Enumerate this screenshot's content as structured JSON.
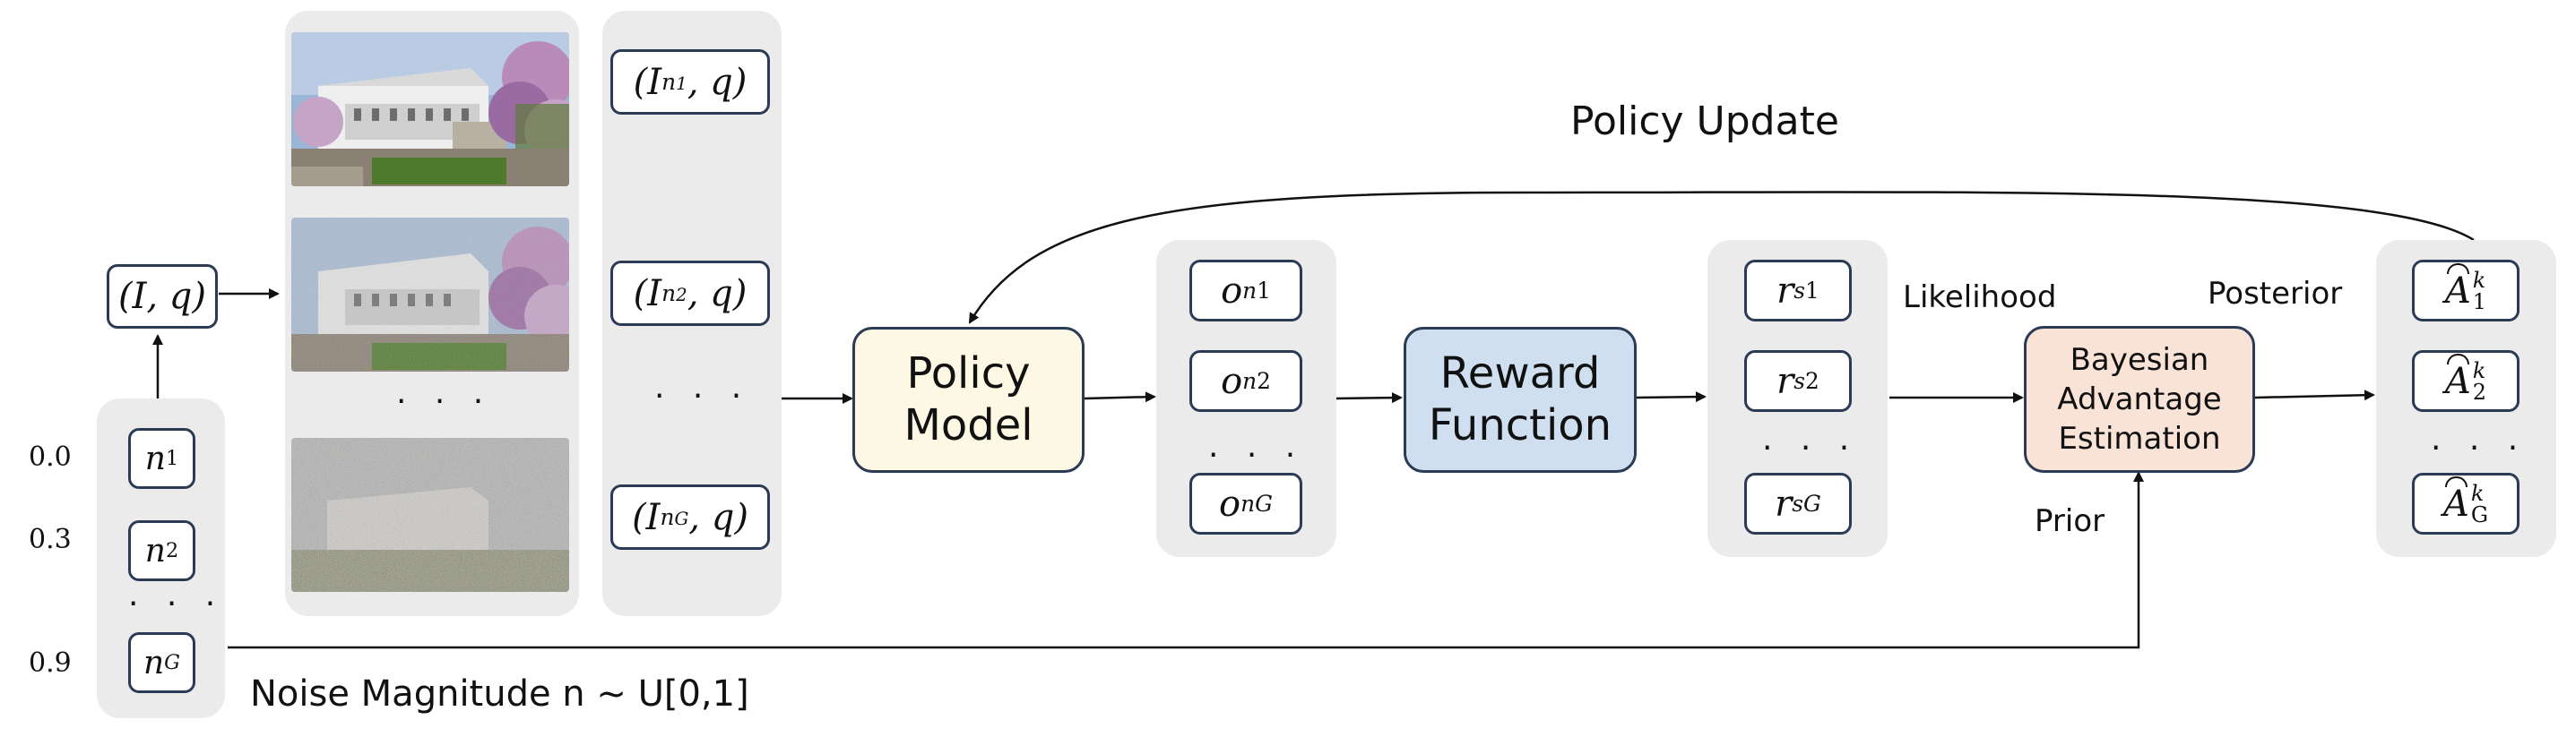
{
  "colors": {
    "policy_model": "#fdf8e4",
    "reward_function": "#cfdff0",
    "bayesian": "#f9e3d7",
    "panel_bg": "#ebebeb",
    "box_border": "#2b3a55"
  },
  "input_token": "(I, q)",
  "noise": {
    "levels": [
      "0.0",
      "0.3",
      "0.9"
    ],
    "tokens": [
      "n1",
      "n2",
      "nG"
    ],
    "caption": "Noise Magnitude n ~ U[0,1]"
  },
  "images": {
    "alt": [
      "clean image",
      "noisy image",
      "heavily noisy image"
    ]
  },
  "pairs": [
    "(In1, q)",
    "(In2, q)",
    "(InG, q)"
  ],
  "dots": ". . .",
  "policy_model": {
    "line1": "Policy",
    "line2": "Model"
  },
  "outputs": [
    "on1",
    "on2",
    "onG"
  ],
  "reward_function": {
    "line1": "Reward",
    "line2": "Function"
  },
  "rewards": [
    "rs1",
    "rs2",
    "rsG"
  ],
  "bayesian": {
    "line1": "Bayesian",
    "line2": "Advantage",
    "line3": "Estimation"
  },
  "advantages": [
    "Ak1",
    "Ak2",
    "AkG"
  ],
  "labels": {
    "policy_update": "Policy Update",
    "likelihood": "Likelihood",
    "posterior": "Posterior",
    "prior": "Prior"
  }
}
